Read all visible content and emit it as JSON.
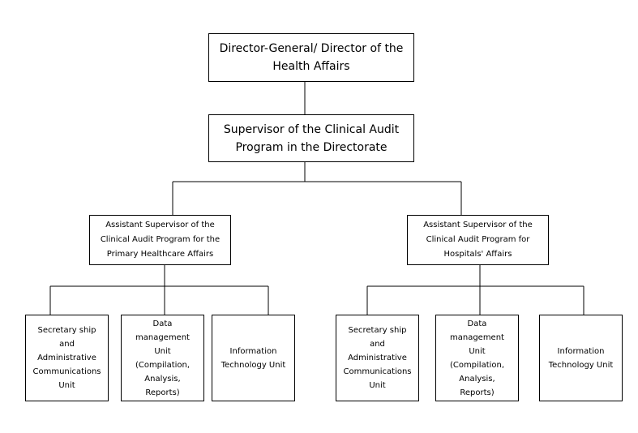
{
  "org_chart": {
    "director": "Director-General/ Director of the\nHealth Affairs",
    "supervisor": "Supervisor of the Clinical Audit\nProgram in the Directorate",
    "assistant_primary": "Assistant Supervisor of the\nClinical Audit Program for the\nPrimary Healthcare Affairs",
    "assistant_hospitals": "Assistant Supervisor of the\nClinical Audit Program for\nHospitals' Affairs",
    "primary_units": [
      "Secretary ship\nand\nAdministrative\nCommunications\nUnit",
      "Data\nmanagement\nUnit\n(Compilation,\nAnalysis,\nReports)",
      "Information\nTechnology Unit"
    ],
    "hospital_units": [
      "Secretary ship\nand\nAdministrative\nCommunications\nUnit",
      "Data\nmanagement\nUnit\n(Compilation,\nAnalysis,\nReports)",
      "Information\nTechnology Unit"
    ]
  }
}
